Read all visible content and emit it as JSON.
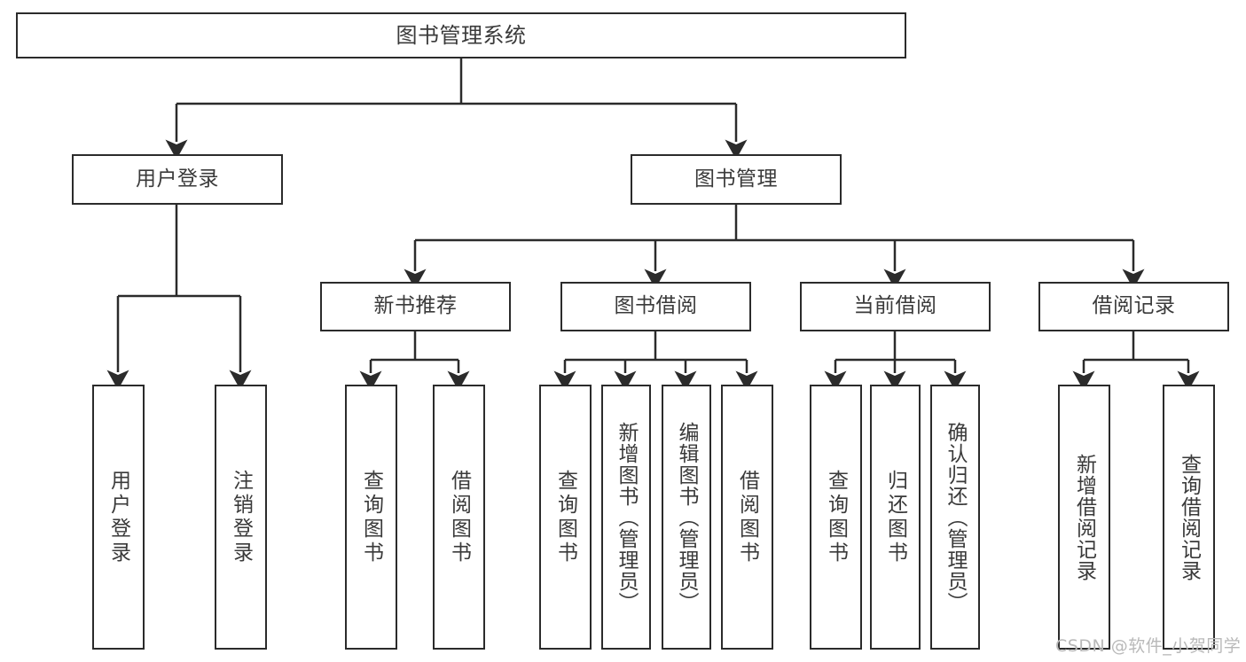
{
  "diagram": {
    "title": "图书管理系统",
    "type": "tree",
    "watermark": "CSDN @软件_小贺同学",
    "colors": {
      "line": "#2b2b2b",
      "box_border": "#2b2b2b",
      "box_fill": "#ffffff",
      "text": "#3a3a3a",
      "watermark": "#b9b9b9"
    },
    "levels": {
      "root": {
        "label": "图书管理系统"
      },
      "level1": [
        {
          "label": "用户登录"
        },
        {
          "label": "图书管理"
        }
      ],
      "level2": [
        {
          "label": "新书推荐"
        },
        {
          "label": "图书借阅"
        },
        {
          "label": "当前借阅"
        },
        {
          "label": "借阅记录"
        }
      ],
      "leaves": {
        "user_login": [
          {
            "label": "用户登录"
          },
          {
            "label": "注销登录"
          }
        ],
        "new_book_recommend": [
          {
            "label": "查询图书"
          },
          {
            "label": "借阅图书"
          }
        ],
        "book_borrow": [
          {
            "label": "查询图书"
          },
          {
            "label": "新增图书（管理员）"
          },
          {
            "label": "编辑图书（管理员）"
          },
          {
            "label": "借阅图书"
          }
        ],
        "current_borrow": [
          {
            "label": "查询图书"
          },
          {
            "label": "归还图书"
          },
          {
            "label": "确认归还（管理员）"
          }
        ],
        "borrow_record": [
          {
            "label": "新增借阅记录"
          },
          {
            "label": "查询借阅记录"
          }
        ]
      }
    }
  }
}
